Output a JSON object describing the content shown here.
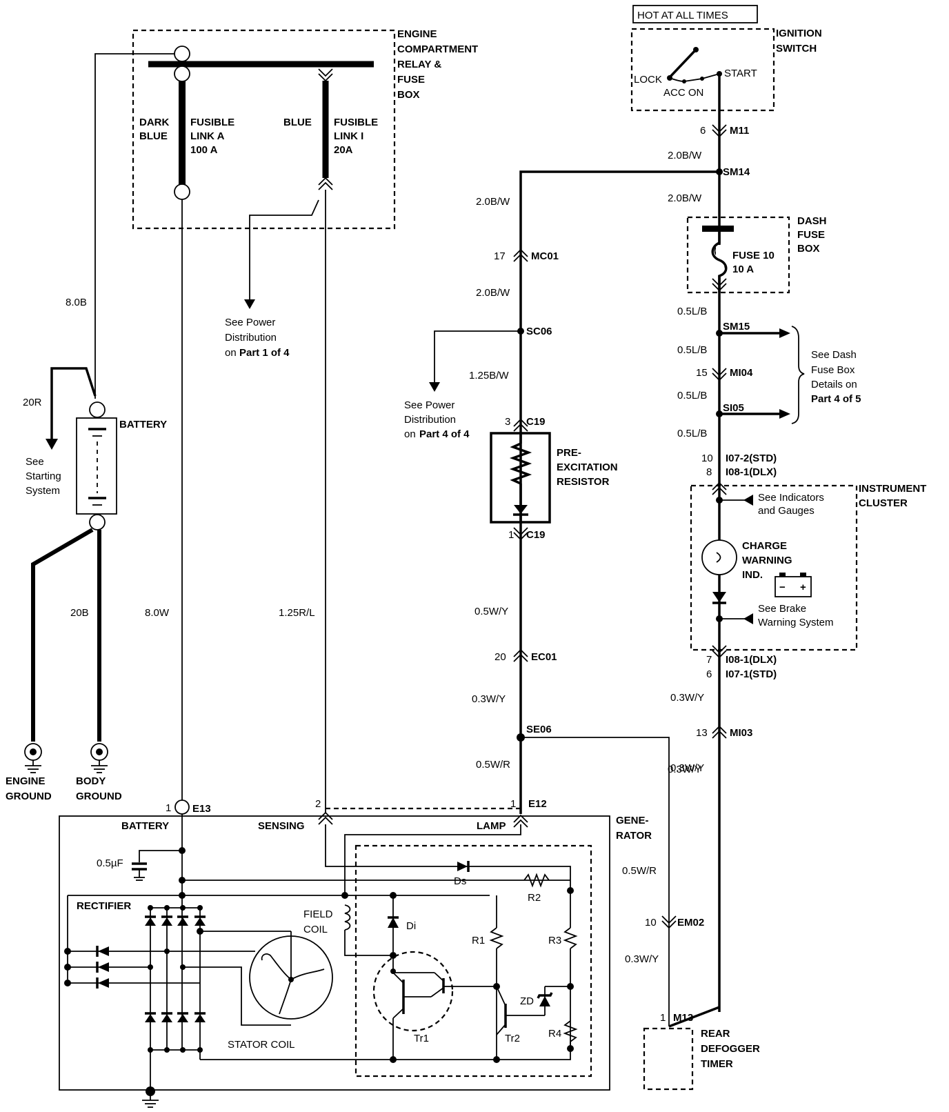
{
  "labels": {
    "hot_at_all_times": "HOT AT ALL TIMES",
    "ignition_switch_1": "IGNITION",
    "ignition_switch_2": "SWITCH",
    "lock": "LOCK",
    "acc_on": "ACC ON",
    "start": "START",
    "engine_box_1": "ENGINE",
    "engine_box_2": "COMPARTMENT",
    "engine_box_3": "RELAY &",
    "engine_box_4": "FUSE",
    "engine_box_5": "BOX",
    "dark_blue_1": "DARK",
    "dark_blue_2": "BLUE",
    "fusible_a_1": "FUSIBLE",
    "fusible_a_2": "LINK A",
    "fusible_a_3": "100 A",
    "blue": "BLUE",
    "fusible_i_1": "FUSIBLE",
    "fusible_i_2": "LINK I",
    "fusible_i_3": "20A",
    "see_pd1_1": "See Power",
    "see_pd1_2": "Distribution",
    "see_pd1_3a": "on ",
    "see_pd1_3b": "Part 1 of 4",
    "wire_8_0b": "8.0B",
    "wire_20r": "20R",
    "see_starting_1": "See",
    "see_starting_2": "Starting",
    "see_starting_3": "System",
    "battery": "BATTERY",
    "wire_20b": "20B",
    "wire_8_0w": "8.0W",
    "wire_1_25rl": "1.25R/L",
    "engine_ground_1": "ENGINE",
    "engine_ground_2": "GROUND",
    "body_ground_1": "BODY",
    "body_ground_2": "GROUND",
    "m11_pin": "6",
    "m11": "M11",
    "wire_20bw_a": "2.0B/W",
    "sm14": "SM14",
    "wire_20bw_b": "2.0B/W",
    "wire_20bw_c": "2.0B/W",
    "mc01_pin": "17",
    "mc01": "MC01",
    "wire_20bw_d": "2.0B/W",
    "sc06": "SC06",
    "wire_125bw": "1.25B/W",
    "see_pd4_1": "See Power",
    "see_pd4_2": "Distribution",
    "see_pd4_3a": "on ",
    "see_pd4_3b": "Part 4 of 4",
    "c19_top_pin": "3",
    "c19_top": "C19",
    "pre_exc_1": "PRE-",
    "pre_exc_2": "EXCITATION",
    "pre_exc_3": "RESISTOR",
    "c19_bot_pin": "1",
    "c19_bot": "C19",
    "wire_05wy": "0.5W/Y",
    "ec01_pin": "20",
    "ec01": "EC01",
    "wire_03wy_a": "0.3W/Y",
    "se06": "SE06",
    "wire_05wr": "0.5W/R",
    "e12_pin": "1",
    "e12": "E12",
    "dash_fuse_1": "DASH",
    "dash_fuse_2": "FUSE",
    "dash_fuse_3": "BOX",
    "fuse10_1": "FUSE 10",
    "fuse10_2": "10 A",
    "wire_05lb_a": "0.5L/B",
    "sm15": "SM15",
    "wire_05lb_b": "0.5L/B",
    "mi04_pin": "15",
    "mi04": "MI04",
    "wire_05lb_c": "0.5L/B",
    "si05": "SI05",
    "wire_05lb_d": "0.5L/B",
    "see_dash_1": "See Dash",
    "see_dash_2": "Fuse Box",
    "see_dash_3": "Details on",
    "see_dash_4": "Part 4 of 5",
    "i07_2_pin": "10",
    "i07_2": "I07-2(STD)",
    "i08_1_pin": "8",
    "i08_1": "I08-1(DLX)",
    "instrument_1": "INSTRUMENT",
    "instrument_2": "CLUSTER",
    "see_ind_1": "See Indicators",
    "see_ind_2": "and Gauges",
    "charge_1": "CHARGE",
    "charge_2": "WARNING",
    "charge_3": "IND.",
    "see_brake_1": "See Brake",
    "see_brake_2": "Warning System",
    "i08_1b_pin": "7",
    "i08_1b": "I08-1(DLX)",
    "i07_1_pin": "6",
    "i07_1": "I07-1(STD)",
    "wire_03wy_b": "0.3W/Y",
    "mi03_pin": "13",
    "mi03": "MI03",
    "wire_03wy_c": "0.3W/Y",
    "wire_05wr_b": "0.5W/R",
    "em02_pin": "10",
    "em02": "EM02",
    "wire_03wy_d": "0.3W/Y",
    "m13_pin": "1",
    "m13": "M13",
    "rear_1": "REAR",
    "rear_2": "DEFOGGER",
    "rear_3": "TIMER",
    "e13_pin": "1",
    "e13": "E13",
    "sens_pin": "2",
    "gen_1": "GENE-",
    "gen_2": "RATOR",
    "battery_term": "BATTERY",
    "sensing": "SENSING",
    "lamp": "LAMP",
    "cap": "0.5µF",
    "rectifier": "RECTIFIER",
    "field_1": "FIELD",
    "field_2": "COIL",
    "ds": "Ds",
    "r2": "R2",
    "di": "Di",
    "r1": "R1",
    "r3": "R3",
    "zd": "ZD",
    "r4": "R4",
    "tr1": "Tr1",
    "tr2": "Tr2",
    "stator": "STATOR COIL",
    "minus": "−",
    "plus": "+"
  }
}
